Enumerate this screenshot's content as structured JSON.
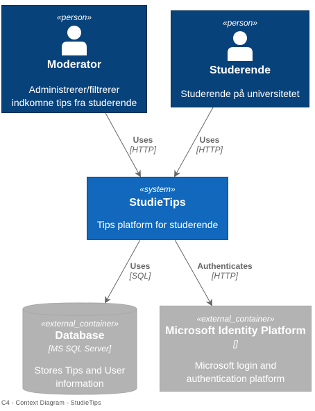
{
  "nodes": {
    "moderator": {
      "stereotype": "«person»",
      "title": "Moderator",
      "description_line1": "Administrerer/filtrerer",
      "description_line2": "indkomne tips fra studerende"
    },
    "studerende": {
      "stereotype": "«person»",
      "title": "Studerende",
      "description_line1": "Studerende på universitetet"
    },
    "studietips": {
      "stereotype": "«system»",
      "title": "StudieTips",
      "description_line1": "Tips platform for studerende"
    },
    "database": {
      "stereotype": "«external_container»",
      "title": "Database",
      "technology": "[MS SQL Server]",
      "description_line1": "Stores Tips and User",
      "description_line2": "information"
    },
    "identity": {
      "stereotype": "«external_container»",
      "title": "Microsoft Identity Platform",
      "technology": "[]",
      "description_line1": "Microsoft login and",
      "description_line2": "authentication platform"
    }
  },
  "edges": {
    "moderator_to_system": {
      "label": "Uses",
      "technology": "[HTTP]"
    },
    "studerende_to_system": {
      "label": "Uses",
      "technology": "[HTTP]"
    },
    "system_to_database": {
      "label": "Uses",
      "technology": "[SQL]"
    },
    "system_to_identity": {
      "label": "Authenticates",
      "technology": "[HTTP]"
    }
  },
  "caption": "C4 - Context Diagram - StudieTips",
  "colors": {
    "person": "#08427b",
    "system": "#1168bd",
    "external": "#b3b3b3",
    "edge": "#666666"
  }
}
